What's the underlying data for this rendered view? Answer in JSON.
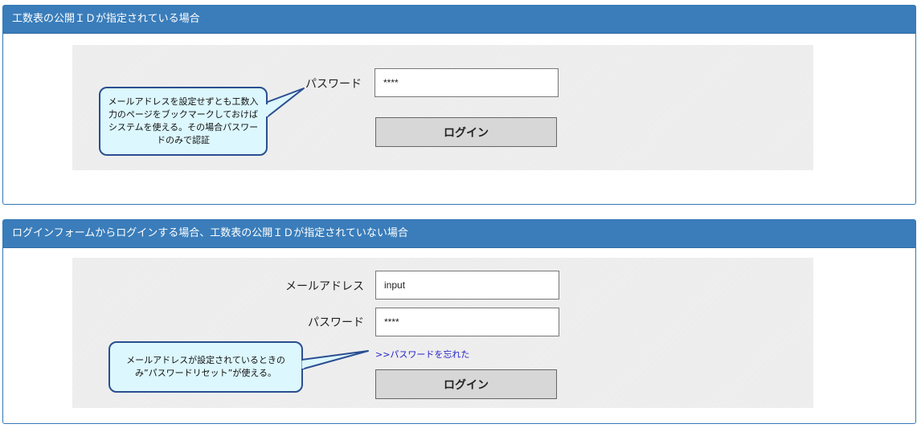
{
  "panel1": {
    "title": "工数表の公開ＩＤが指定されている場合",
    "password_label": "パスワード",
    "password_value": "****",
    "login_label": "ログイン",
    "callout": "メールアドレスを設定せずとも工数入力のページをブックマークしておけばシステムを使える。その場合パスワードのみで認証"
  },
  "panel2": {
    "title": "ログインフォームからログインする場合、工数表の公開ＩＤが指定されていない場合",
    "email_label": "メールアドレス",
    "email_value": "input",
    "password_label": "パスワード",
    "password_value": "****",
    "forgot_link": ">>パスワードを忘れた",
    "login_label": "ログイン",
    "callout": "メールアドレスが設定されているときのみ”パスワードリセット”が使える。"
  },
  "colors": {
    "header_bg": "#3a7dba",
    "callout_bg": "#dcf7fd",
    "callout_border": "#2a4e90",
    "link": "#2222cc"
  }
}
